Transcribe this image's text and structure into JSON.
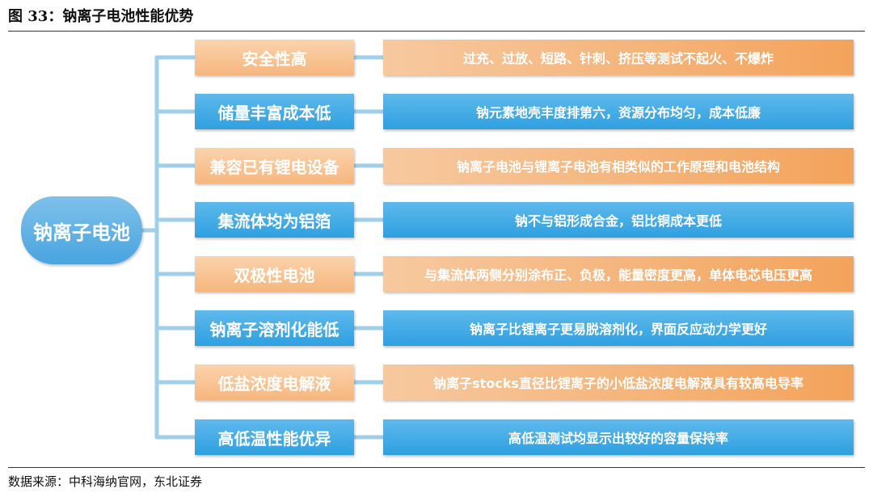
{
  "figure": {
    "title": "图 33：钠离子电池性能优势",
    "source": "数据来源：中科海纳官网，东北证券"
  },
  "diagram": {
    "root": "钠离子电池",
    "items": [
      {
        "label": "安全性高",
        "description": "过充、过放、短路、针刺、挤压等测试不起火、不爆炸"
      },
      {
        "label": "储量丰富成本低",
        "description": "钠元素地壳丰度排第六，资源分布均匀，成本低廉"
      },
      {
        "label": "兼容已有锂电设备",
        "description": "钠离子电池与锂离子电池有相类似的工作原理和电池结构"
      },
      {
        "label": "集流体均为铝箔",
        "description": "钠不与铝形成合金，铝比铜成本更低"
      },
      {
        "label": "双极性电池",
        "description": "与集流体两侧分别涂布正、负极，能量密度更高，单体电芯电压更高"
      },
      {
        "label": "钠离子溶剂化能低",
        "description": "钠离子比锂离子更易脱溶剂化，界面反应动力学更好"
      },
      {
        "label": "低盐浓度电解液",
        "description": "钠离子stocks直径比锂离子的小低盐浓度电解液具有较高电导率"
      },
      {
        "label": "高低温性能优异",
        "description": "高低温测试均显示出较好的容量保持率"
      }
    ],
    "colors": {
      "orange": "#f6b67e",
      "blue": "#2ea0e0",
      "connector": "#9fcfe9"
    }
  }
}
